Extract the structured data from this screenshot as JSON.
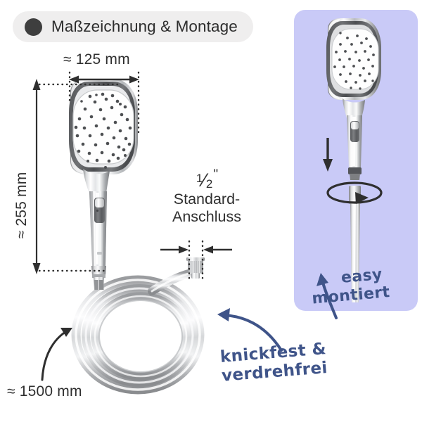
{
  "header": {
    "title": "Maßzeichnung & Montage",
    "dot_color": "#3e3e3e",
    "pill_color": "#efeeee"
  },
  "dimensions": {
    "width_label": "≈ 125 mm",
    "height_label": "≈ 255 mm",
    "hose_label": "≈ 1500 mm"
  },
  "connection": {
    "numerator": "1",
    "slash": "⁄",
    "denominator": "2",
    "inch_mark": "\"",
    "line1": "Standard-",
    "line2": "Anschluss"
  },
  "notes": {
    "hose_note_line1": "knickfest &",
    "hose_note_line2": "verdrehfrei",
    "mount_note_line1": "easy",
    "mount_note_line2": "montiert",
    "color": "#3f5489"
  },
  "panel": {
    "background": "#c9caf7",
    "down_arrow": "push-down-arrow",
    "rotate_arrow": "twist-rotation-arrow"
  },
  "product": {
    "head_shape": "rounded-rectangle",
    "nozzle_count": 46,
    "finish": "chrome",
    "hose_coil_windings": 3
  }
}
